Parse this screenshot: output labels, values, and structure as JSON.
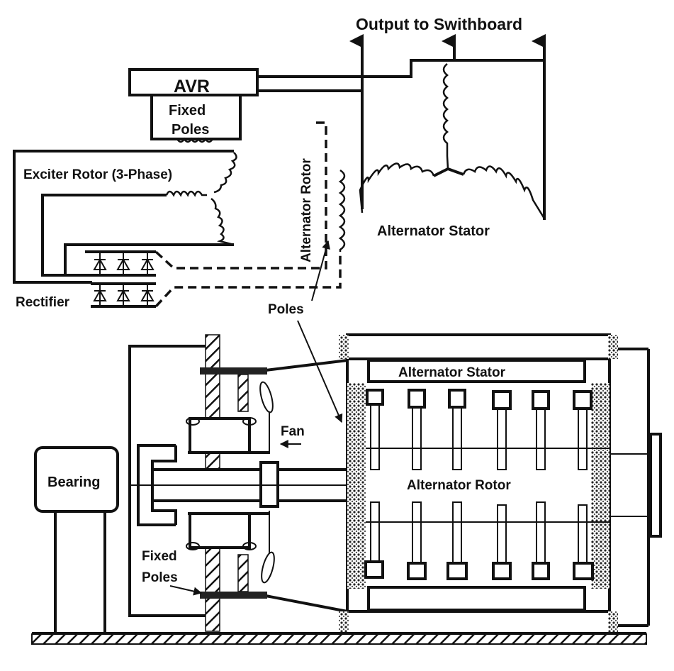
{
  "labels": {
    "output": "Output to Swithboard",
    "avr": "AVR",
    "fixed_poles_top_1": "Fixed",
    "fixed_poles_top_2": "Poles",
    "exciter_rotor": "Exciter Rotor (3-Phase)",
    "alternator_rotor_vertical": "Alternator Rotor",
    "alternator_stator_top": "Alternator Stator",
    "rectifier": "Rectifier",
    "poles": "Poles",
    "alternator_stator_bottom": "Alternator Stator",
    "fan": "Fan",
    "bearing": "Bearing",
    "alternator_rotor_bottom": "Alternator Rotor",
    "fixed_poles_bottom_1": "Fixed",
    "fixed_poles_bottom_2": "Poles"
  }
}
